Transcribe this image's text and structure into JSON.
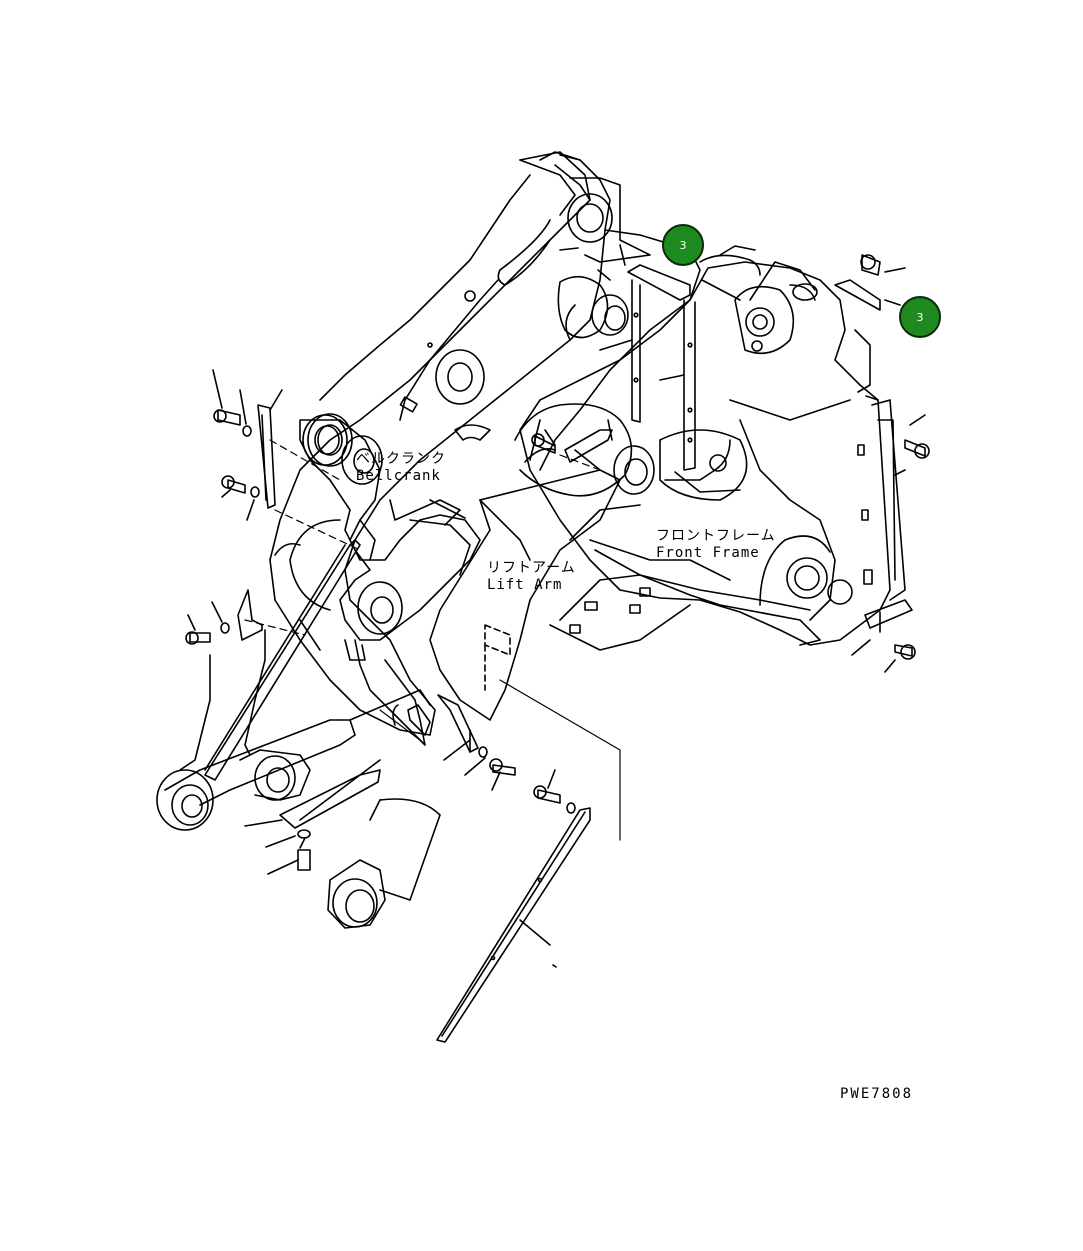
{
  "labels": {
    "bellcrank_jp": "ベルクランク",
    "bellcrank_en": "Bellcrank",
    "lift_arm_jp": "リフトアーム",
    "lift_arm_en": "Lift Arm",
    "front_frame_jp": "フロントフレーム",
    "front_frame_en": "Front Frame",
    "drawing_code": "PWE7808"
  },
  "markers": [
    {
      "text": "3"
    },
    {
      "text": "3"
    }
  ],
  "colors": {
    "line": "#000000",
    "background": "#ffffff",
    "marker_fill": "#1f8a1f"
  }
}
